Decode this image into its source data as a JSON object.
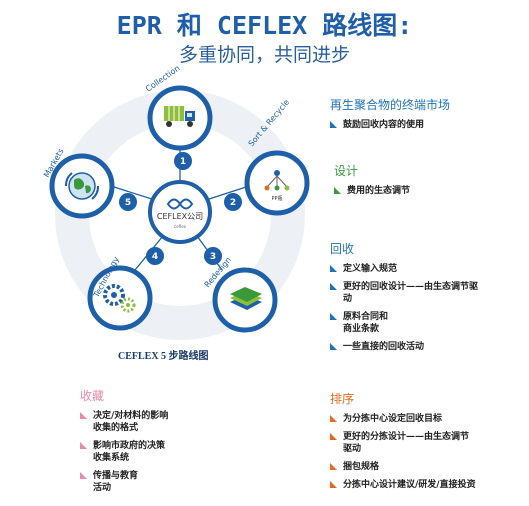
{
  "header": {
    "title": "EPR 和 CEFLEX 路线图:",
    "subtitle": "多重协同，共同进步"
  },
  "diagram": {
    "center_label": "CEFLEX公司",
    "center_sub": "ceflex",
    "caption": "CEFLEX 5 步路线图",
    "nodes": [
      {
        "label": "Collection",
        "icon": "truck-icon"
      },
      {
        "label": "Sort & Recycle",
        "icon": "sorting-pp-icon",
        "sub": "PP瓶"
      },
      {
        "label": "Redesign",
        "icon": "layers-icon"
      },
      {
        "label": "Technology",
        "icon": "gears-icon"
      },
      {
        "label": "Markets",
        "icon": "globe-recycle-icon"
      }
    ],
    "steps": [
      "1",
      "2",
      "3",
      "4",
      "5"
    ]
  },
  "sections": {
    "markets": {
      "title": "再生聚合物的终端市场",
      "color": "#1f73b7",
      "items": [
        [
          "鼓励回收内容的使用"
        ]
      ]
    },
    "design": {
      "title": "设计",
      "color": "#3a9a3a",
      "items": [
        [
          "费用的生态调节"
        ]
      ]
    },
    "recycling": {
      "title": "回收",
      "color": "#1f73b7",
      "items": [
        [
          "定义输入规范"
        ],
        [
          "更好的回收设计——由生态调节驱",
          "动"
        ],
        [
          "原料合同和",
          "商业条款"
        ],
        [
          "一些直接的回收活动"
        ]
      ]
    },
    "collection": {
      "title": "收藏",
      "color": "#e88aa8",
      "items": [
        [
          "决定/对材料的影响",
          "收集的格式"
        ],
        [
          "影响市政府的决策",
          "收集系统"
        ],
        [
          "传播与教育",
          "活动"
        ]
      ]
    },
    "sorting": {
      "title": "排序",
      "color": "#e56a1e",
      "items": [
        [
          "为分拣中心设定回收目标"
        ],
        [
          "更好的分拣设计——由生态调节",
          "驱动"
        ],
        [
          "捆包规格"
        ],
        [
          "分拣中心设计建议/研发/直接投资"
        ]
      ]
    }
  }
}
